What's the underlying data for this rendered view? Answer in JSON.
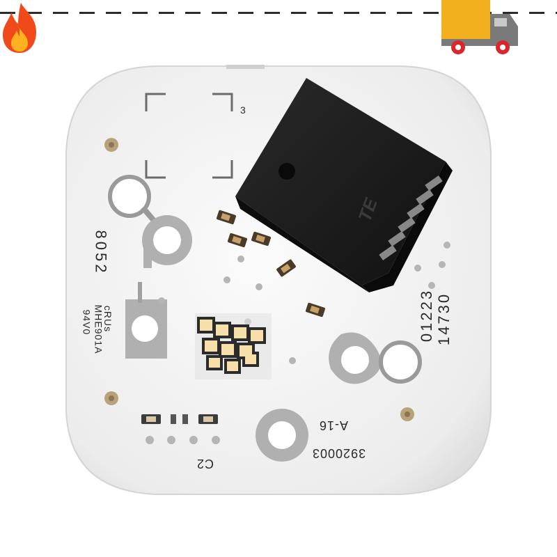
{
  "badges": {
    "left_icon": "fire-icon",
    "right_icon": "delivery-truck-icon",
    "colors": {
      "fire_outer": "#f04a1a",
      "fire_inner": "#ffb21f",
      "truck_body": "#f2b01e",
      "truck_cab": "#7a7a7a",
      "truck_wheel": "#d8262b"
    }
  },
  "pcb": {
    "board_color": "#f4f4f4",
    "connector_color": "#1f1f1f",
    "connector_logo": "TE",
    "silkscreen": {
      "code_top": "3",
      "code_8052": "8052",
      "cert_line1": "cRUs",
      "cert_line2": "MHE901A",
      "cert_line3": "94V0",
      "serial_line1": "14730",
      "serial_line2": "01223",
      "rev": "A-16",
      "part_number": "3920003",
      "cap_label": "C2"
    }
  }
}
